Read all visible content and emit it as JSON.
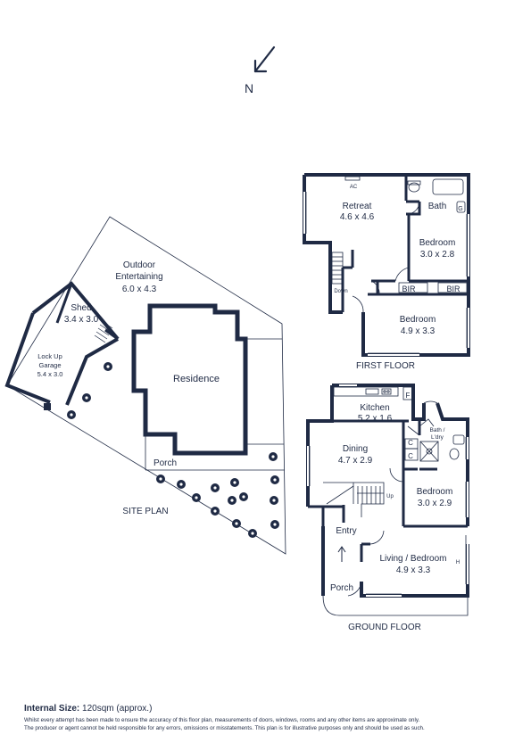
{
  "compass": {
    "label": "N"
  },
  "site_plan": {
    "title": "SITE PLAN",
    "outdoor": {
      "name": "Outdoor",
      "name2": "Entertaining",
      "size": "6.0 x 4.3"
    },
    "shed": {
      "name": "Shed",
      "size": "3.4 x 3.0"
    },
    "garage": {
      "name": "Lock Up",
      "name2": "Garage",
      "size": "5.4 x 3.0"
    },
    "residence": {
      "name": "Residence"
    },
    "porch": {
      "name": "Porch"
    }
  },
  "first_floor": {
    "title": "FIRST FLOOR",
    "rooms": [
      {
        "id": "retreat",
        "name": "Retreat",
        "size": "4.6 x 4.6"
      },
      {
        "id": "bath",
        "name": "Bath",
        "size": ""
      },
      {
        "id": "bedroom2",
        "name": "Bedroom",
        "size": "3.0 x 2.8"
      },
      {
        "id": "bedroom1",
        "name": "Bedroom",
        "size": "4.9 x 3.3"
      }
    ],
    "fixtures": {
      "ac": "AC",
      "down": "Down",
      "bir1": "BIR",
      "bir2": "BIR",
      "g": "G"
    }
  },
  "ground_floor": {
    "title": "GROUND FLOOR",
    "rooms": [
      {
        "id": "kitchen",
        "name": "Kitchen",
        "size": "5.2 x 1.6"
      },
      {
        "id": "bath_laundry",
        "name": "Bath /",
        "size": "L'dry"
      },
      {
        "id": "dining",
        "name": "Dining",
        "size": "4.7 x 2.9"
      },
      {
        "id": "bedroom",
        "name": "Bedroom",
        "size": "3.0 x 2.9"
      },
      {
        "id": "entry",
        "name": "Entry",
        "size": ""
      },
      {
        "id": "living",
        "name": "Living / Bedroom",
        "size": "4.9 x 3.3"
      },
      {
        "id": "porch",
        "name": "Porch",
        "size": ""
      }
    ],
    "fixtures": {
      "up": "Up",
      "f": "F",
      "c1": "C",
      "c2": "C",
      "h": "H"
    }
  },
  "footer": {
    "size_label": "Internal Size:",
    "size_value": " 120sqm (approx.)",
    "disclaimer_1": "Whilst every attempt has been made to ensure the accuracy of this floor plan, measurements of doors, windows, rooms and any other items are approximate only.",
    "disclaimer_2": "The producer or agent cannot be held responsible for any errors, omissions or misstatements. This plan is for illustrative purposes only and should be used as such."
  },
  "colors": {
    "wall": "#1f2a44",
    "thin": "#1f2a44",
    "background": "#ffffff"
  }
}
